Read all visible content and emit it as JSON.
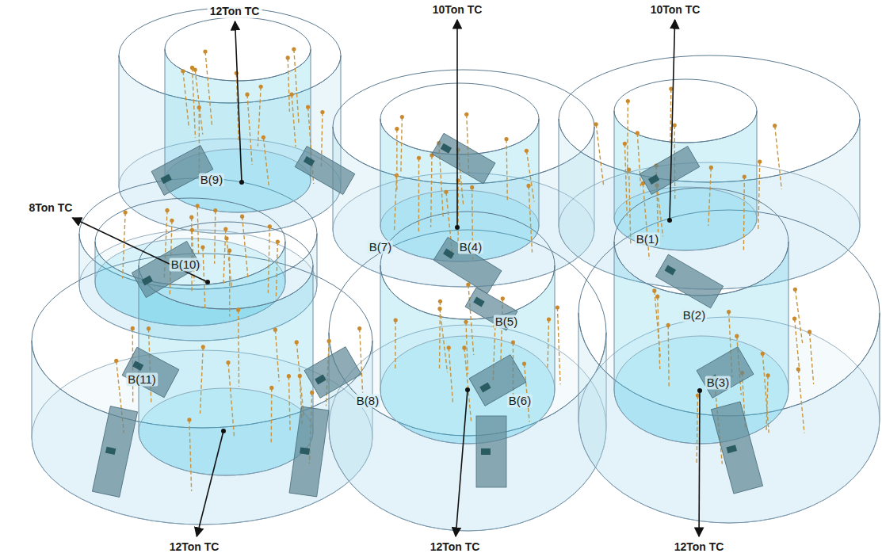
{
  "diagram": {
    "labels": [
      "12Ton TC",
      "10Ton TC",
      "10Ton TC",
      "B(9)",
      "B(4)",
      "B(1)",
      "8Ton TC",
      "B(7)",
      "B(10)",
      "B(2)",
      "B(5)",
      "B(11)",
      "B(8)",
      "B(6)",
      "B(3)",
      "12Ton TC",
      "12Ton TC",
      "12Ton TC"
    ]
  }
}
